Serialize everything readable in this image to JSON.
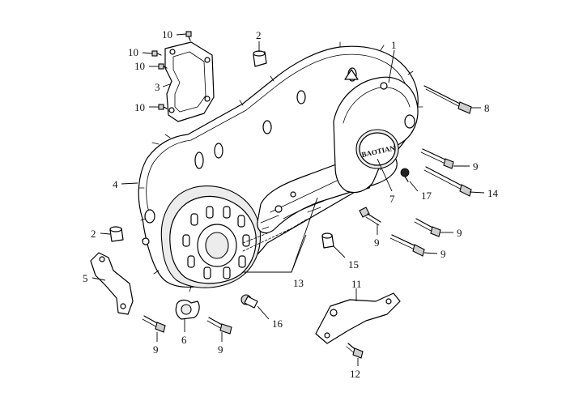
{
  "brand_text": "BAOTIAN",
  "callouts": {
    "c1": "1",
    "c2a": "2",
    "c2b": "2",
    "c3": "3",
    "c4": "4",
    "c5": "5",
    "c6": "6",
    "c7": "7",
    "c8": "8",
    "c9a": "9",
    "c9b": "9",
    "c9c": "9",
    "c9d": "9",
    "c9e": "9",
    "c9f": "9",
    "c10a": "10",
    "c10b": "10",
    "c10c": "10",
    "c10d": "10",
    "c11": "11",
    "c12": "12",
    "c13": "13",
    "c14": "14",
    "c15": "15",
    "c16": "16",
    "c17": "17"
  }
}
